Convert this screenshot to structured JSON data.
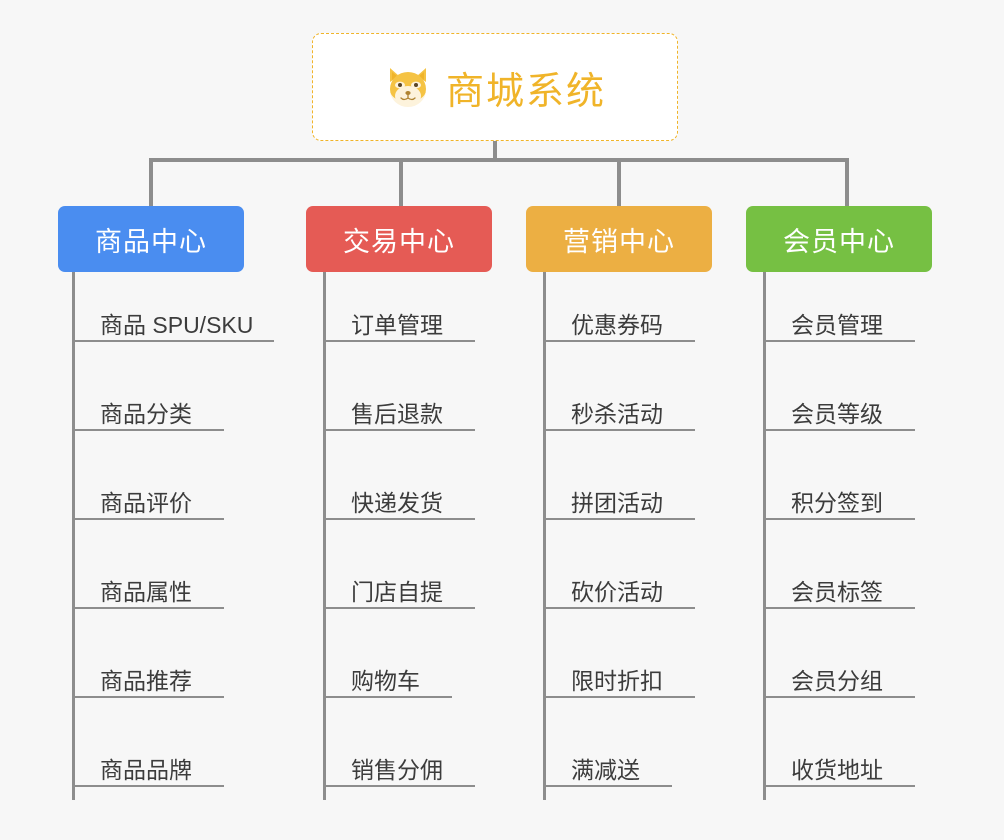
{
  "page": {
    "background": "#f7f7f7",
    "connector_color": "#8d8d8d",
    "leaf_text_color": "#3c3c3c"
  },
  "root": {
    "title": "商城系统",
    "icon": "dog-face-icon",
    "accent": "#f0b429",
    "border_style": "dashed"
  },
  "branches": [
    {
      "label": "商品中心",
      "color": "#4a8df0",
      "items": [
        "商品 SPU/SKU",
        "商品分类",
        "商品评价",
        "商品属性",
        "商品推荐",
        "商品品牌"
      ]
    },
    {
      "label": "交易中心",
      "color": "#e55b55",
      "items": [
        "订单管理",
        "售后退款",
        "快递发货",
        "门店自提",
        "购物车",
        "销售分佣"
      ]
    },
    {
      "label": "营销中心",
      "color": "#ecaf43",
      "items": [
        "优惠券码",
        "秒杀活动",
        "拼团活动",
        "砍价活动",
        "限时折扣",
        "满减送"
      ]
    },
    {
      "label": "会员中心",
      "color": "#76c043",
      "items": [
        "会员管理",
        "会员等级",
        "积分签到",
        "会员标签",
        "会员分组",
        "收货地址"
      ]
    }
  ]
}
